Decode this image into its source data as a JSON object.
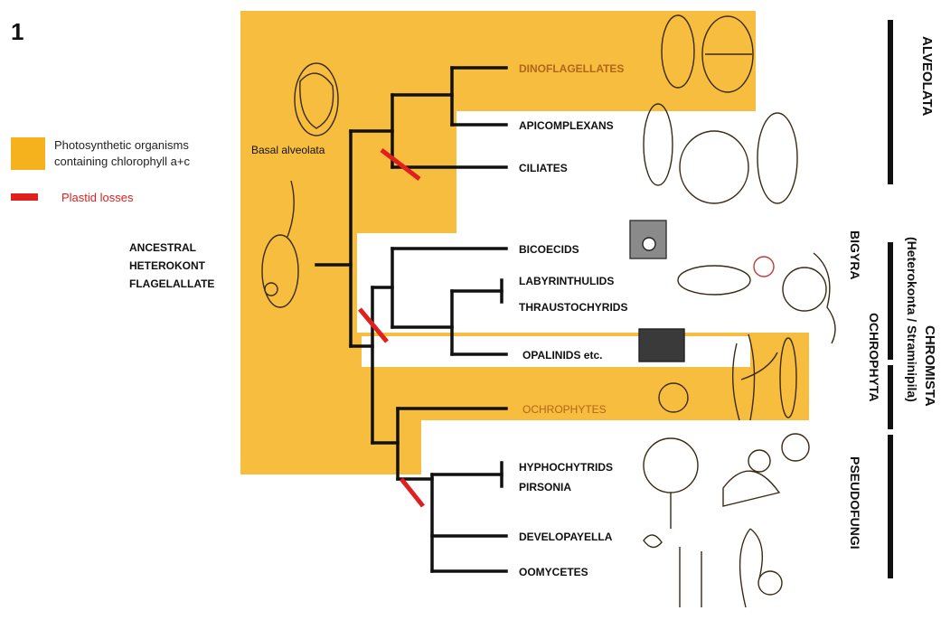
{
  "figure": {
    "number": "1"
  },
  "legend": {
    "photosynthetic_label_line1": "Photosynthetic organisms",
    "photosynthetic_label_line2": "containing chlorophyll a+c",
    "plastid_loss_label": "Plastid losses",
    "colors": {
      "photosynthetic": "#f6b21d",
      "plastid_loss": "#e01f1f"
    }
  },
  "nodes": {
    "basal": "Basal alveolata",
    "ancestral_line1": "ANCESTRAL",
    "ancestral_line2": "HETEROKONT",
    "ancestral_line3": "FLAGELALLATE"
  },
  "taxa": [
    {
      "key": "dinoflagellates",
      "label": "DINOFLAGELLATES",
      "photosynthetic": true
    },
    {
      "key": "apicomplexans",
      "label": "APICOMPLEXANS",
      "photosynthetic": false
    },
    {
      "key": "ciliates",
      "label": "CILIATES",
      "photosynthetic": false
    },
    {
      "key": "bicoecids",
      "label": "BICOECIDS",
      "photosynthetic": false
    },
    {
      "key": "labyrinthulids",
      "label": "LABYRINTHULIDS",
      "photosynthetic": false
    },
    {
      "key": "thraustochyrids",
      "label": "THRAUSTOCHYRIDS",
      "photosynthetic": false
    },
    {
      "key": "opalinids",
      "label": "OPALINIDS etc.",
      "photosynthetic": false
    },
    {
      "key": "ochrophytes",
      "label": "OCHROPHYTES",
      "photosynthetic": true
    },
    {
      "key": "hyphochytrids",
      "label": "HYPHOCHYTRIDS",
      "photosynthetic": false
    },
    {
      "key": "pirsonia",
      "label": "PIRSONIA",
      "photosynthetic": false
    },
    {
      "key": "developayella",
      "label": "DEVELOPAYELLA",
      "photosynthetic": false
    },
    {
      "key": "oomycetes",
      "label": "OOMYCETES",
      "photosynthetic": false
    }
  ],
  "groups": {
    "alveolata": "ALVEOLATA",
    "bigyra": "BIGYRA",
    "ochrophyta": "OCHROPHYTA",
    "pseudofungi": "PSEUDOFUNGI",
    "chromista_line1": "CHROMISTA",
    "chromista_line2": "(Heterokonta / Straminipila)"
  }
}
